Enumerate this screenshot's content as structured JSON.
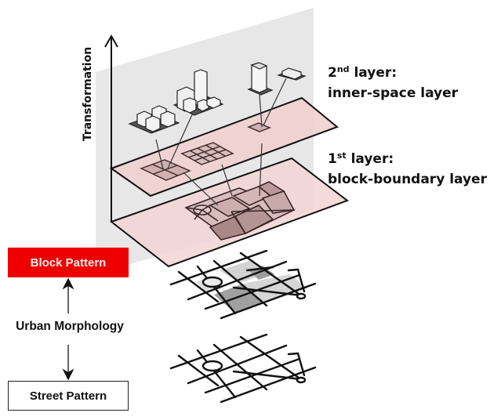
{
  "diagram": {
    "axis": {
      "label": "Transformation",
      "icon": "arrow-up-icon"
    },
    "layers": [
      {
        "ordinal_number": "2",
        "ordinal_suffix": "nd",
        "title_suffix": " layer:",
        "subtitle": "inner-space layer"
      },
      {
        "ordinal_number": "1",
        "ordinal_suffix": "st",
        "title_suffix": " layer:",
        "subtitle": "block-boundary layer"
      }
    ],
    "hierarchy": {
      "top_box": "Block Pattern",
      "middle_label": "Urban Morphology",
      "bottom_box": "Street Pattern"
    },
    "colors": {
      "block_pattern_fill": "#ee0000",
      "background_panel": "#e8e8e8",
      "layer_plane_fill": "#f2d6d6",
      "block_fill": "#c9a9a9",
      "block_dark_fill": "#a98888",
      "street_gray_light": "#d0d0d0",
      "street_gray_dark": "#9c9c9c"
    }
  }
}
